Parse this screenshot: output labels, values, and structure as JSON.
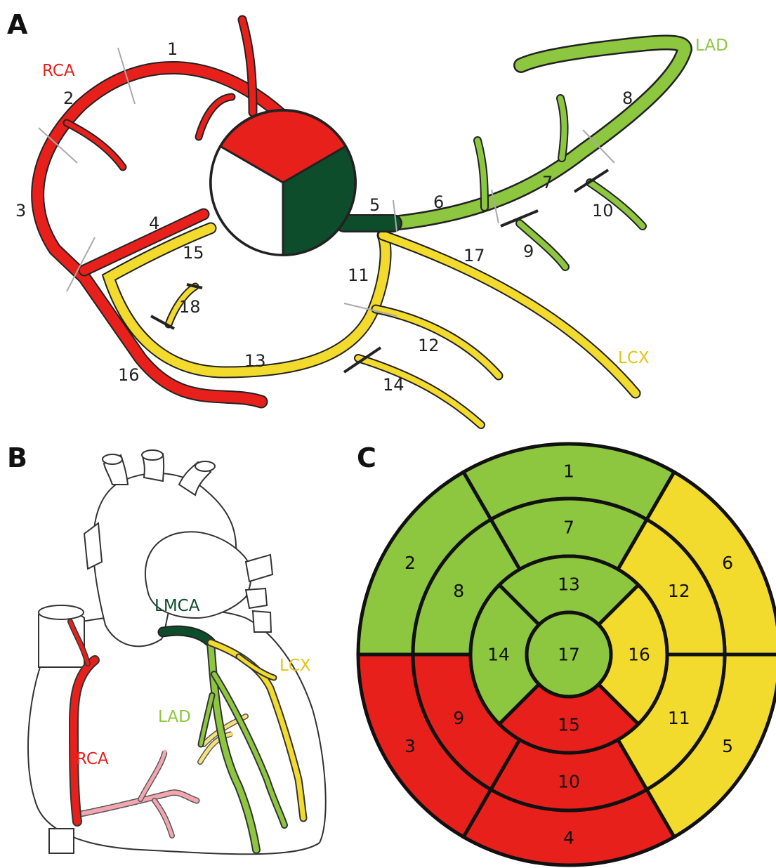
{
  "panels": {
    "a": "A",
    "b": "B",
    "c": "C"
  },
  "colors": {
    "rca": "#e8201c",
    "lad": "#8dc63f",
    "lcx": "#f2db2c",
    "lmca": "#0e4d2c",
    "pink": "#f4a6b0",
    "outline": "#222222"
  },
  "panel_a": {
    "vessel_labels": {
      "rca": "RCA",
      "lad": "LAD",
      "lcx": "LCX"
    },
    "segments": [
      "1",
      "2",
      "3",
      "4",
      "5",
      "6",
      "7",
      "8",
      "9",
      "10",
      "11",
      "12",
      "13",
      "14",
      "15",
      "16",
      "17",
      "18"
    ]
  },
  "panel_b": {
    "labels": {
      "lmca": "LMCA",
      "lcx": "LCX",
      "lad": "LAD",
      "rca": "RCA"
    }
  },
  "panel_c": {
    "segments": [
      {
        "label": "1",
        "territory": "LAD"
      },
      {
        "label": "2",
        "territory": "LAD"
      },
      {
        "label": "3",
        "territory": "RCA"
      },
      {
        "label": "4",
        "territory": "RCA"
      },
      {
        "label": "5",
        "territory": "LCX"
      },
      {
        "label": "6",
        "territory": "LCX"
      },
      {
        "label": "7",
        "territory": "LAD"
      },
      {
        "label": "8",
        "territory": "LAD"
      },
      {
        "label": "9",
        "territory": "RCA"
      },
      {
        "label": "10",
        "territory": "RCA"
      },
      {
        "label": "11",
        "territory": "LCX"
      },
      {
        "label": "12",
        "territory": "LCX"
      },
      {
        "label": "13",
        "territory": "LAD"
      },
      {
        "label": "14",
        "territory": "LAD"
      },
      {
        "label": "15",
        "territory": "RCA"
      },
      {
        "label": "16",
        "territory": "LCX"
      },
      {
        "label": "17",
        "territory": "LAD"
      }
    ]
  }
}
